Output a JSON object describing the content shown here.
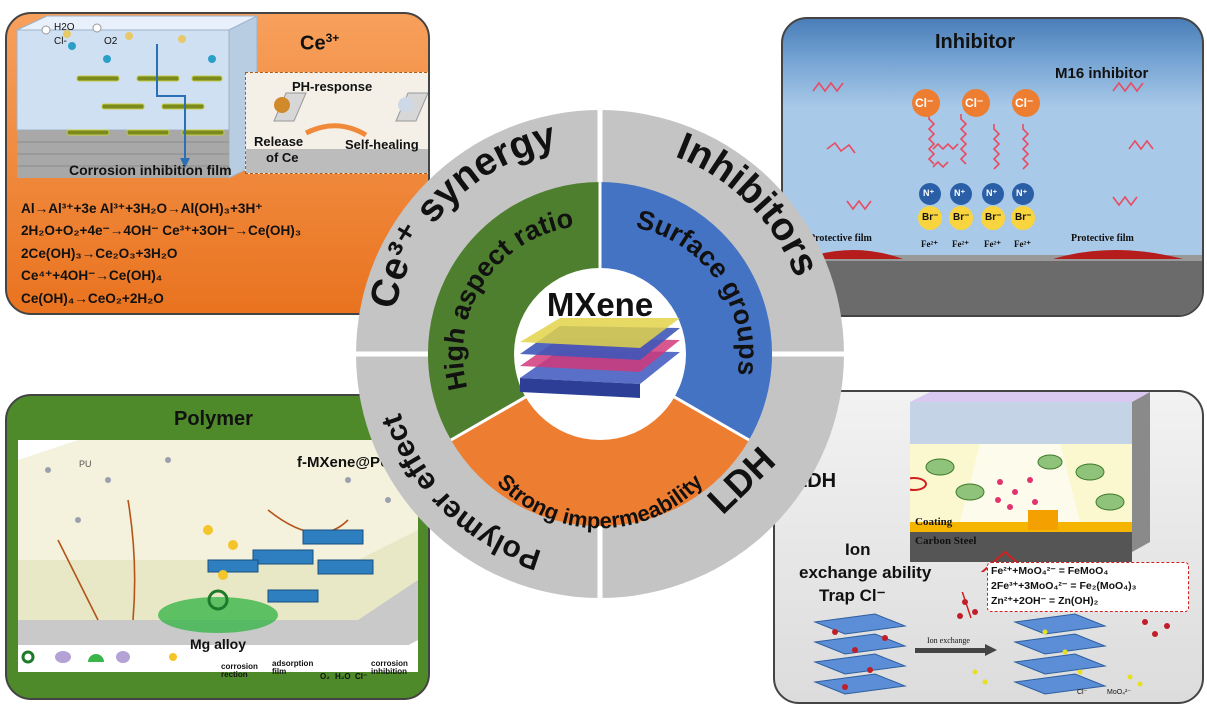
{
  "ce_panel": {
    "title": "Ce3+",
    "inset": {
      "ph_response": "PH-response",
      "release_line1": "Release",
      "release_line2": "of Ce",
      "self_healing": "Self-healing"
    },
    "film_label": "Corrosion inhibition film",
    "species": {
      "h2o": "H2O",
      "o2": "O2",
      "cl": "Cl-"
    },
    "equations": [
      "Al→Al³⁺+3e   Al³⁺+3H₂O→Al(OH)₃+3H⁺",
      "2H₂O+O₂+4e⁻→4OH⁻  Ce³⁺+3OH⁻→Ce(OH)₃",
      "2Ce(OH)₃→Ce₂O₃+3H₂O",
      "Ce⁴⁺+4OH⁻→Ce(OH)₄",
      "Ce(OH)₄→CeO₂+2H₂O"
    ]
  },
  "inhibitor_panel": {
    "title": "Inhibitor",
    "subtitle": "M16 inhibitor",
    "ions": [
      "Cl⁻",
      "Cl⁻",
      "Cl⁻"
    ],
    "head": "N⁺",
    "counter": "Br⁻",
    "metal": "Fe²⁺",
    "protective_film": "Protective film"
  },
  "polymer_panel": {
    "title": "Polymer",
    "composite": "f-MXene@PU",
    "pu": "PU",
    "substrate": "Mg alloy",
    "legend": [
      "corrosion rection",
      "adsorption film",
      "O₂",
      "H₂O",
      "Cl⁻",
      "corrosion inhibition"
    ]
  },
  "ldh_panel": {
    "title": "LDH",
    "ability_lines": [
      "Ion",
      "exchange ability",
      "Trap Cl⁻"
    ],
    "coating": "Coating",
    "substrate": "Carbon Steel",
    "reactions": [
      "Fe²⁺+MoO₄²⁻  =  FeMoO₄",
      "2Fe³⁺+3MoO₄²⁻ = Fe₂(MoO₄)₃",
      "Zn²⁺+2OH⁻ = Zn(OH)₂"
    ],
    "ion_exchange": "Ion exchange",
    "legend": [
      "Cl⁻",
      "MoO₄²⁻"
    ]
  },
  "center": {
    "core": "MXene",
    "outer_ring": [
      {
        "label": "Ce³⁺ synergy"
      },
      {
        "label": "Inhibitors"
      },
      {
        "label": "LDH"
      },
      {
        "label": "Polymer effect"
      }
    ],
    "inner_ring": [
      {
        "label": "High aspect ratio",
        "color": "#4e7f2f"
      },
      {
        "label": "Surface groups",
        "color": "#4473c4"
      },
      {
        "label": "Strong impermeability",
        "color": "#ed7d31"
      }
    ]
  },
  "colors": {
    "outer_ring": "#c4c4c4",
    "ce_bg": "#f0883a",
    "inhibitor_bg": "#9ec4e6",
    "polymer_bg": "#4f8a2a",
    "ldh_bg": "#e6e6e6"
  }
}
